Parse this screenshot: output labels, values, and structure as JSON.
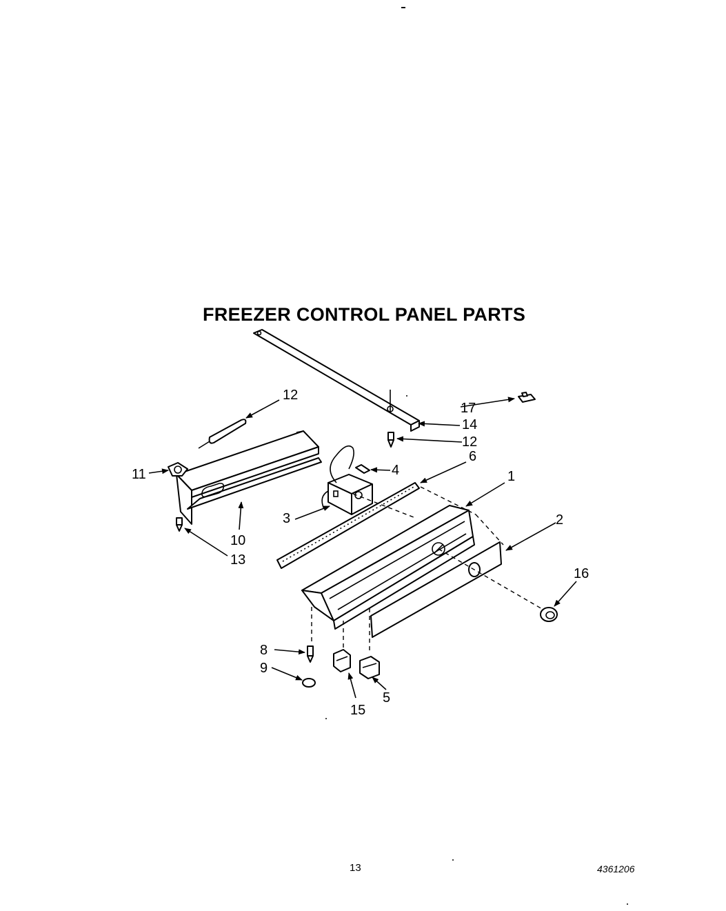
{
  "title": "FREEZER CONTROL PANEL PARTS",
  "page_number": "13",
  "document_number": "4361206",
  "callouts": [
    "1",
    "2",
    "3",
    "4",
    "5",
    "6",
    "8",
    "9",
    "10",
    "11",
    "12",
    "12",
    "13",
    "14",
    "15",
    "16",
    "17"
  ]
}
